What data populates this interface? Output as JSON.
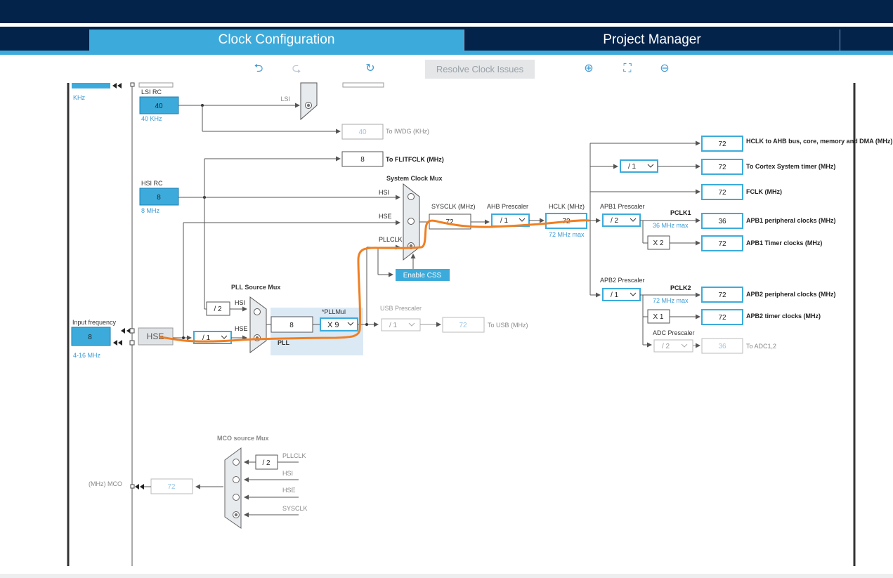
{
  "tabs": {
    "clock_configuration": "Clock Configuration",
    "project_manager": "Project Manager"
  },
  "toolbar": {
    "undo_icon": "undo-icon",
    "redo_icon": "redo-icon",
    "reset_icon": "refresh-icon",
    "resolve_label": "Resolve Clock Issues",
    "zoom_in_icon": "zoom-in-icon",
    "fit_icon": "fit-to-screen-icon",
    "zoom_out_icon": "zoom-out-icon"
  },
  "lse": {
    "unit": "KHz"
  },
  "lsi": {
    "title": "LSI RC",
    "value": "40",
    "sub": "40 KHz",
    "mux_label": "LSI"
  },
  "iwdg": {
    "value": "40",
    "label": "To IWDG (KHz)"
  },
  "flitf": {
    "value": "8",
    "label": "To FLITFCLK (MHz)"
  },
  "hsi": {
    "title": "HSI RC",
    "value": "8",
    "sub": "8 MHz"
  },
  "sysclk_mux": {
    "title": "System Clock Mux",
    "in_hsi": "HSI",
    "in_hse": "HSE",
    "in_pllclk": "PLLCLK",
    "enable_css": "Enable CSS"
  },
  "sysclk": {
    "label": "SYSCLK (MHz)",
    "value": "72"
  },
  "ahb": {
    "label": "AHB Prescaler",
    "value": "/ 1"
  },
  "hclk": {
    "label": "HCLK (MHz)",
    "value": "72",
    "max": "72 MHz max"
  },
  "outputs": {
    "hclk_ahb": {
      "value": "72",
      "label": "HCLK to AHB bus, core, memory and DMA (MHz)"
    },
    "cortex_div": "/ 1",
    "cortex": {
      "value": "72",
      "label": "To Cortex System timer (MHz)"
    },
    "fclk": {
      "value": "72",
      "label": "FCLK (MHz)"
    }
  },
  "apb1": {
    "label": "APB1 Prescaler",
    "value": "/ 2",
    "pclk": "PCLK1",
    "max": "36 MHz max",
    "periph_value": "36",
    "periph_label": "APB1 peripheral clocks (MHz)",
    "mult": "X 2",
    "timer_value": "72",
    "timer_label": "APB1 Timer clocks (MHz)"
  },
  "apb2": {
    "label": "APB2 Prescaler",
    "value": "/ 1",
    "pclk": "PCLK2",
    "max": "72 MHz max",
    "periph_value": "72",
    "periph_label": "APB2 peripheral clocks (MHz)",
    "mult": "X 1",
    "timer_value": "72",
    "timer_label": "APB2 timer clocks (MHz)"
  },
  "adc": {
    "label": "ADC Prescaler",
    "value": "/ 2",
    "out_value": "36",
    "out_label": "To ADC1,2"
  },
  "pll_source_mux": {
    "title": "PLL Source Mux",
    "in_hsi": "HSI",
    "in_hse": "HSE",
    "hsi_div": "/ 2"
  },
  "hse_input": {
    "label": "Input frequency",
    "value": "8",
    "range": "4-16 MHz",
    "block": "HSE",
    "prediv": "/ 1"
  },
  "pll": {
    "label": "PLL",
    "input_value": "8",
    "mul_label": "*PLLMul",
    "mul_value": "X 9"
  },
  "usb": {
    "label": "USB Prescaler",
    "value": "/ 1",
    "out_value": "72",
    "out_label": "To USB (MHz)"
  },
  "mco": {
    "title": "MCO source Mux",
    "pll_div": "/ 2",
    "in_pllclk": "PLLCLK",
    "in_hsi": "HSI",
    "in_hse": "HSE",
    "in_sysclk": "SYSCLK",
    "out_value": "72",
    "out_label": "(MHz) MCO"
  },
  "colors": {
    "navy": "#03234b",
    "accent": "#3cabdb",
    "annotation": "#f07f22"
  }
}
